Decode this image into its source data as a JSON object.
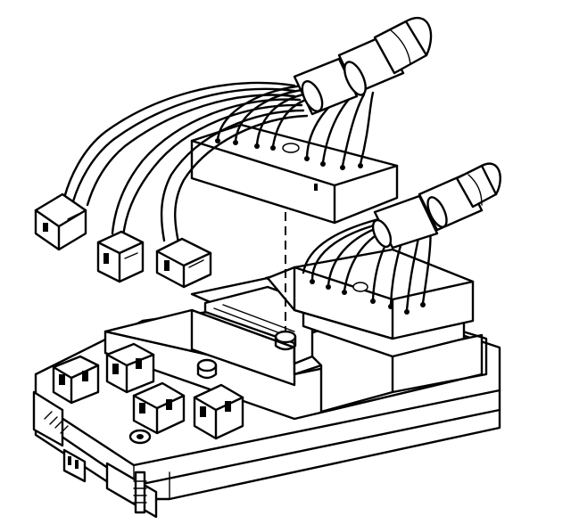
{
  "diagram": {
    "components": [
      "fuse-relay-center-base",
      "upper-harness-connector",
      "lower-harness-connector",
      "pigtail-connectors",
      "wire-harness-upper",
      "wire-harness-lower",
      "mounting-stud",
      "alignment-guide"
    ],
    "colors": {
      "line": "#000000",
      "background": "#ffffff"
    }
  }
}
